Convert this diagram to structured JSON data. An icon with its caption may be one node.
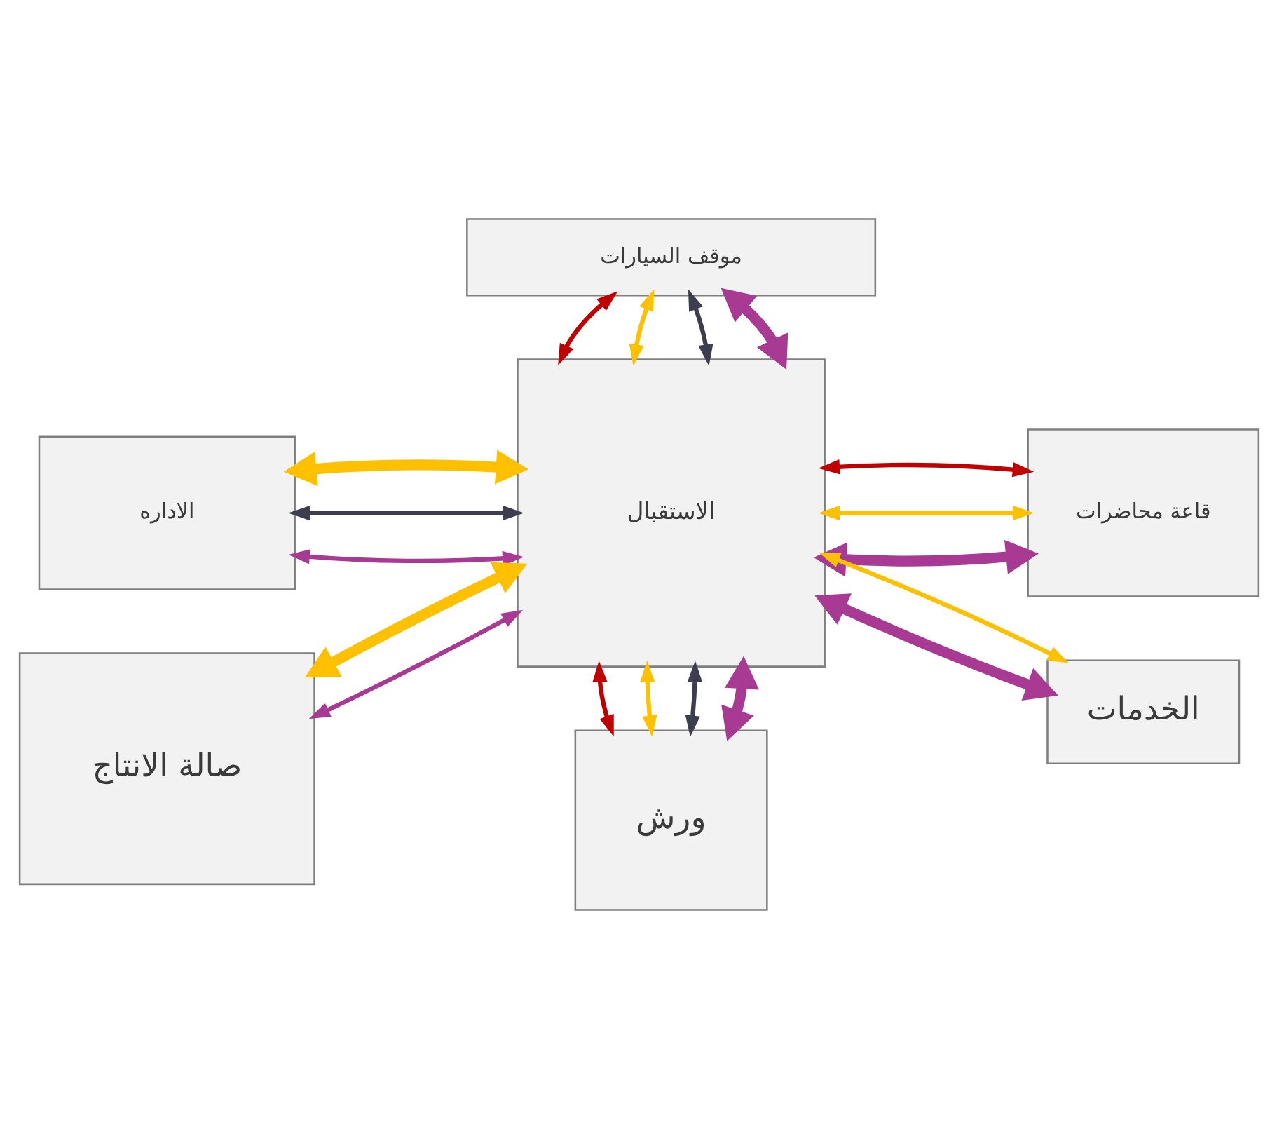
{
  "diagram": {
    "nodes": [
      {
        "text": [
          "موقف السيارات"
        ]
      },
      {
        "text": [
          "الاداره"
        ]
      },
      {
        "text": [
          "قاعة محاضرات"
        ]
      },
      {
        "text": [
          "الاستقبال"
        ]
      },
      {
        "text": [
          "صالة الانتاج"
        ]
      },
      {
        "text": [
          "الخدمات"
        ]
      },
      {
        "text": [
          "ورش"
        ]
      }
    ],
    "edges": [
      {
        "from": 0,
        "to": 3,
        "arrow": "both",
        "style": "thick",
        "color": "#a83a94"
      },
      {
        "from": 0,
        "to": 3,
        "arrow": "both",
        "color": "#3c3d4f"
      },
      {
        "from": 0,
        "to": 3,
        "arrow": "both",
        "color": "#ffc000"
      },
      {
        "from": 0,
        "to": 3,
        "arrow": "both",
        "color": "#c00000"
      },
      {
        "from": 1,
        "to": 3,
        "arrow": "both",
        "color": "#a83a94"
      },
      {
        "from": 1,
        "to": 3,
        "arrow": "both",
        "color": "#3c3d4f"
      },
      {
        "from": 1,
        "to": 3,
        "arrow": "both",
        "style": "thick",
        "color": "#ffc000"
      },
      {
        "from": 3,
        "to": 2,
        "arrow": "both",
        "style": "thick",
        "color": "#a83a94"
      },
      {
        "from": 3,
        "to": 2,
        "arrow": "both",
        "color": "#ffc000"
      },
      {
        "from": 3,
        "to": 2,
        "arrow": "both",
        "color": "#c00000"
      },
      {
        "from": 4,
        "to": 3,
        "arrow": "both",
        "color": "#a83a94"
      },
      {
        "from": 4,
        "to": 3,
        "arrow": "both",
        "style": "thick",
        "color": "#ffc000"
      },
      {
        "from": 3,
        "to": 5,
        "arrow": "both",
        "style": "thick",
        "color": "#a83a94"
      },
      {
        "from": 3,
        "to": 5,
        "arrow": "both",
        "color": "#ffc000"
      },
      {
        "from": 3,
        "to": 6,
        "arrow": "both",
        "style": "thick",
        "color": "#a83a94"
      },
      {
        "from": 3,
        "to": 6,
        "arrow": "both",
        "color": "#3c3d4f"
      },
      {
        "from": 3,
        "to": 6,
        "arrow": "both",
        "color": "#ffc000"
      },
      {
        "from": 3,
        "to": 6,
        "arrow": "both",
        "color": "#c00000"
      }
    ]
  }
}
